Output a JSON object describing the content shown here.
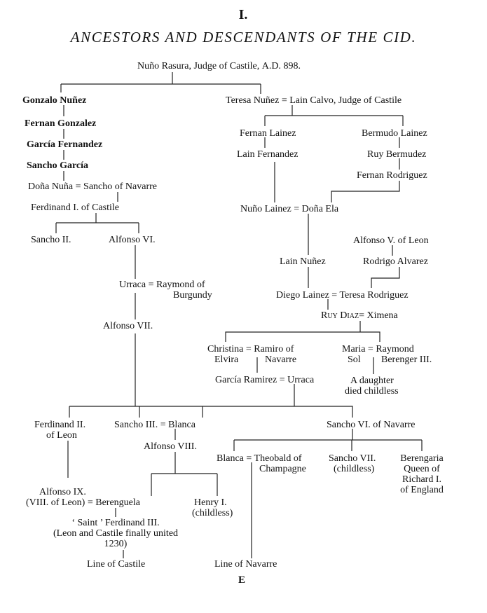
{
  "header": {
    "numeral": "I.",
    "title": "ANCESTORS AND DESCENDANTS OF THE CID."
  },
  "root": {
    "name": "Nuño Rasura, Judge of Castile,",
    "era": "A.D.",
    "year": "898."
  },
  "castile": {
    "gonzalo": "Gonzalo Nuñez",
    "fernan_gonzalez": "Fernan Gonzalez",
    "garcia_fernandez": "García Fernandez",
    "sancho_garcia": "Sancho García",
    "dona_nuna": "Doña Nuña = Sancho of Navarre",
    "ferdinand_i": "Ferdinand I. of Castile",
    "sancho_ii": "Sancho II.",
    "alfonso_vi": "Alfonso VI.",
    "urraca_line1": "Urraca = Raymond of",
    "urraca_line2": "Burgundy",
    "alfonso_vii": "Alfonso VII."
  },
  "vivar": {
    "teresa_nunez": "Teresa Nuñez = Lain Calvo, Judge of Castile",
    "fernan_lainez": "Fernan Lainez",
    "lain_fernandez": "Lain Fernandez",
    "bermudo_lainez": "Bermudo Lainez",
    "ruy_bermudez": "Ruy Bermudez",
    "fernan_rodriguez": "Fernan Rodriguez",
    "nuno_lainez": "Nuño Lainez = Doña Ela",
    "lain_nunez": "Lain Nuñez",
    "alfonso_v": "Alfonso V. of Leon",
    "rodrigo_alvarez": "Rodrigo Alvarez",
    "diego_lainez": "Diego Lainez = Teresa Rodriguez",
    "ruy_diaz": "Ruy Diaz",
    "ximena": "= Ximena"
  },
  "cid_children": {
    "christina_line1": "Christina = Ramiro of",
    "christina_line2a": "Elvira",
    "christina_line2b": "Navarre",
    "maria_line1": "Maria = Raymond",
    "maria_line2a": "Sol",
    "maria_line2b": "Berenger III.",
    "garcia_ramirez": "García Ramirez = Urraca",
    "daughter_line1": "A daughter",
    "daughter_line2": "died childless"
  },
  "later": {
    "ferdinand_ii_line1": "Ferdinand II.",
    "ferdinand_ii_line2": "of Leon",
    "sancho_iii": "Sancho III. = Blanca",
    "alfonso_viii": "Alfonso VIII.",
    "sancho_vi": "Sancho VI. of Navarre",
    "blanca_line1": "Blanca = Theobald of",
    "blanca_line2": "Champagne",
    "sancho_vii_line1": "Sancho VII.",
    "sancho_vii_line2": "(childless)",
    "berengaria_line1": "Berengaria",
    "berengaria_line2": "Queen of",
    "berengaria_line3": "Richard I.",
    "berengaria_line4": "of England",
    "alfonso_ix_line1": "Alfonso IX.",
    "alfonso_ix_line2": "(VIII. of Leon) = Berenguela",
    "henry_i_line1": "Henry I.",
    "henry_i_line2": "(childless)",
    "saint_ferdinand_line1": "‘ Saint ’ Ferdinand III.",
    "saint_ferdinand_line2": "(Leon and Castile finally united",
    "saint_ferdinand_line3": "1230)",
    "line_of_castile": "Line of Castile",
    "line_of_navarre": "Line of Navarre"
  },
  "footer": {
    "signature": "E"
  }
}
